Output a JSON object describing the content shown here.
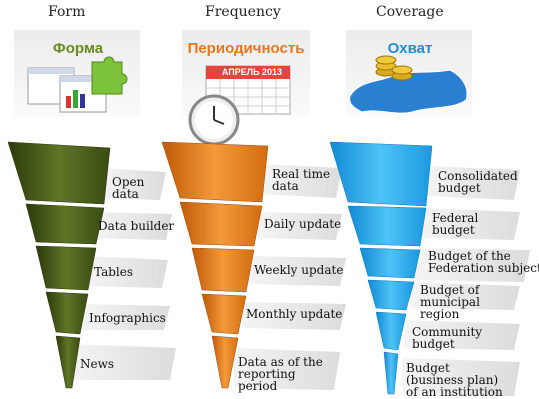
{
  "columns": [
    {
      "heading": "Form",
      "card_label": "Форма",
      "accent": "#5a6e1c",
      "items": [
        "Open data",
        "Data builder",
        "Tables",
        "Infographics",
        "News"
      ]
    },
    {
      "heading": "Frequency",
      "card_label": "Периодичность",
      "calendar_label": "АПРЕЛЬ 2013",
      "accent": "#e07a12",
      "items": [
        "Real time data",
        "Daily update",
        "Weekly update",
        "Monthly update",
        "Data as of the reporting period"
      ]
    },
    {
      "heading": "Coverage",
      "card_label": "Охват",
      "accent": "#23a3e6",
      "items": [
        "Consolidated budget",
        "Federal budget",
        "Budget of the Federation subject",
        "Budget of municipal region",
        "Community budget",
        "Budget (business plan) of an institution"
      ]
    }
  ],
  "icons": [
    "windows-puzzle-icon",
    "calendar-clock-icon",
    "coins-map-icon"
  ]
}
